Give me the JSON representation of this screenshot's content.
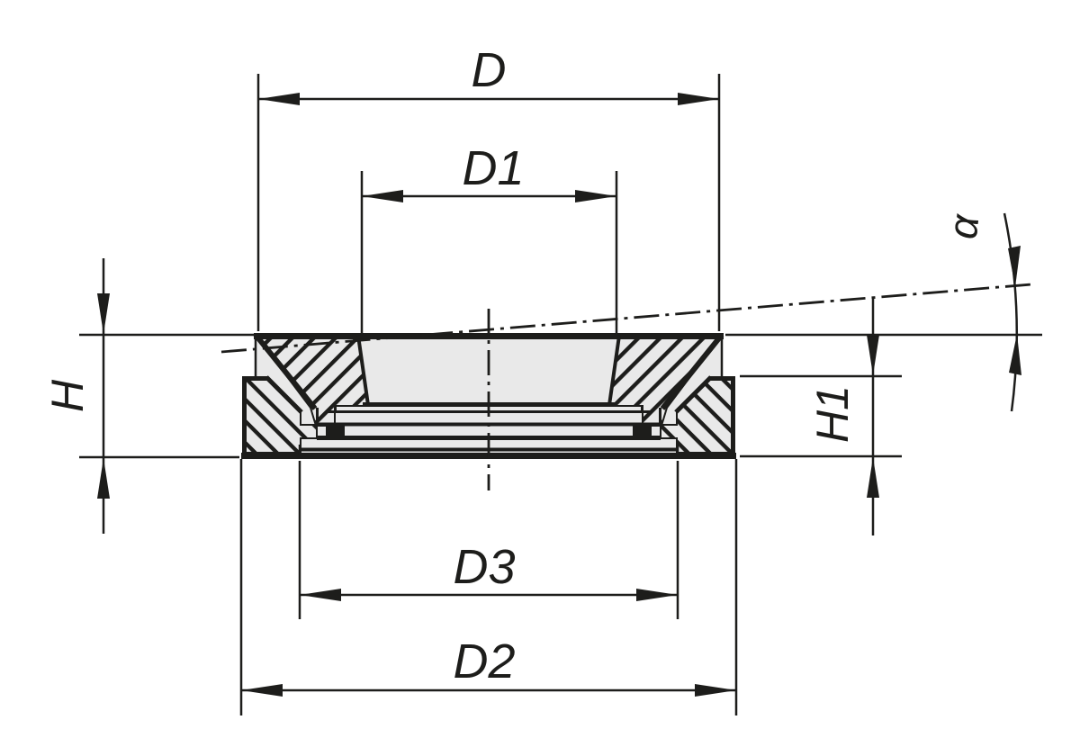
{
  "labels": {
    "diameter_outer": "D",
    "diameter_inner": "D1",
    "diameter_base": "D2",
    "diameter_recess": "D3",
    "height_total": "H",
    "height_lower": "H1",
    "tilt_angle": "α"
  },
  "colors": {
    "background": "#ffffff",
    "line": "#1d1d1b",
    "section_fill": "#e9e9e9"
  }
}
